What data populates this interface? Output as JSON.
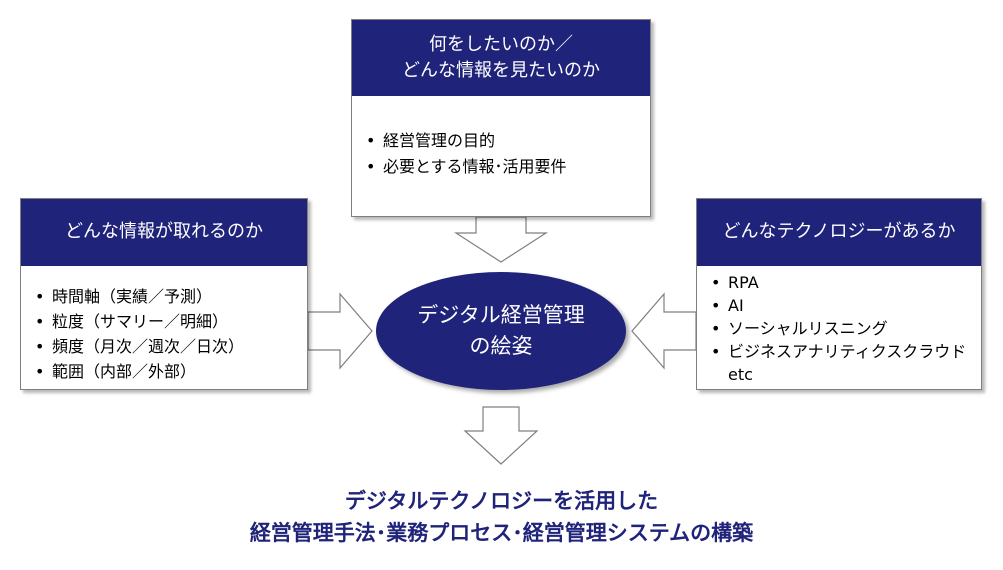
{
  "top_box": {
    "header_line1": "何をしたいのか／",
    "header_line2": "どんな情報を見たいのか",
    "items": [
      "経営管理の目的",
      "必要とする情報･活用要件"
    ]
  },
  "left_box": {
    "header": "どんな情報が取れるのか",
    "items": [
      "時間軸（実績／予測）",
      "粒度（サマリー／明細）",
      "頻度（月次／週次／日次）",
      "範囲（内部／外部）"
    ]
  },
  "right_box": {
    "header": "どんなテクノロジーがあるか",
    "items": [
      "RPA",
      "AI",
      "ソーシャルリスニング",
      "ビジネスアナリティクスクラウド"
    ],
    "extra": "etc"
  },
  "center": {
    "line1": "デジタル経営管理",
    "line2": "の絵姿"
  },
  "conclusion": {
    "line1": "デジタルテクノロジーを活用した",
    "line2": "経営管理手法･業務プロセス･経営管理システムの構築"
  },
  "colors": {
    "accent": "#1f237a",
    "arrow_stroke": "#7f7f7f"
  }
}
